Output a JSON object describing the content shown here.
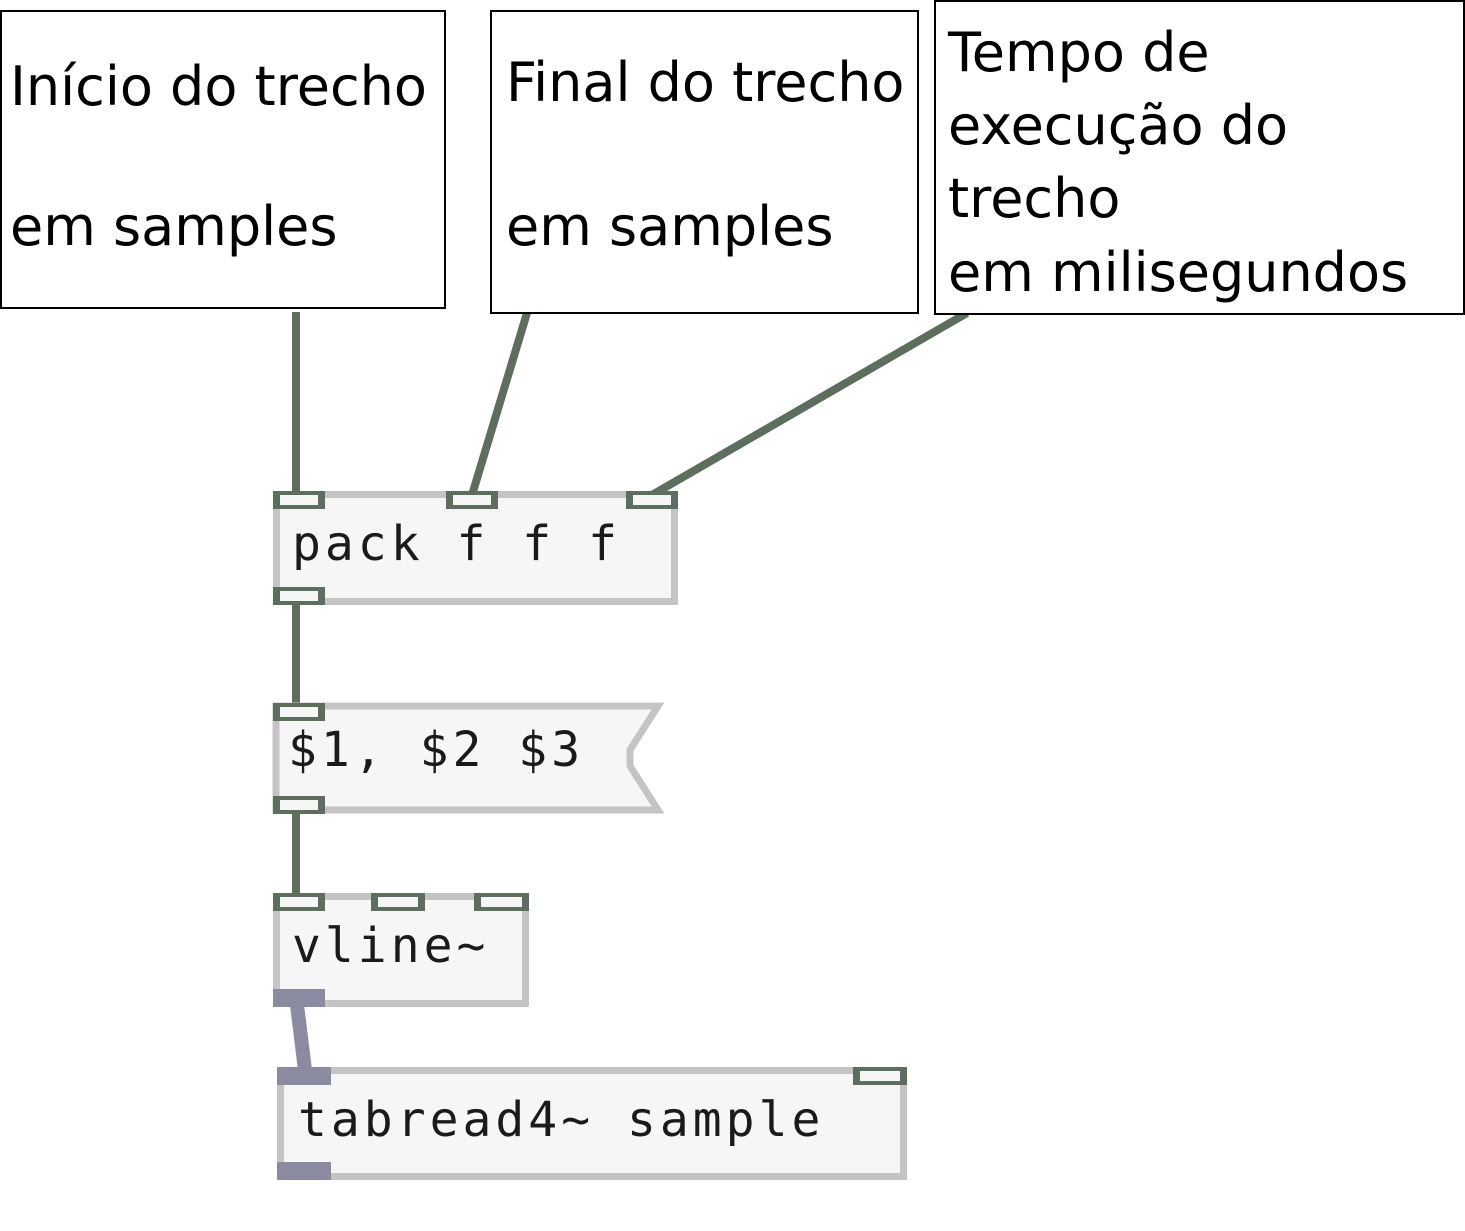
{
  "comments": {
    "start": {
      "line1": "Início do trecho",
      "line2": "em samples"
    },
    "end": {
      "line1": "Final do trecho",
      "line2": "em samples"
    },
    "time": {
      "line1": "Tempo de",
      "line2": "execução do",
      "line3": "trecho",
      "line4": "em milisegundos"
    }
  },
  "objects": {
    "pack": "pack f f f",
    "message": "$1, $2 $3",
    "vline": "vline~",
    "tabread": "tabread4~ sample"
  },
  "colors": {
    "control_cable": "#5e6e5e",
    "signal_cable": "#8a8aa0",
    "box_border": "#c4c4c4",
    "box_fill": "#f5f6f5",
    "comment_border": "#000000"
  }
}
